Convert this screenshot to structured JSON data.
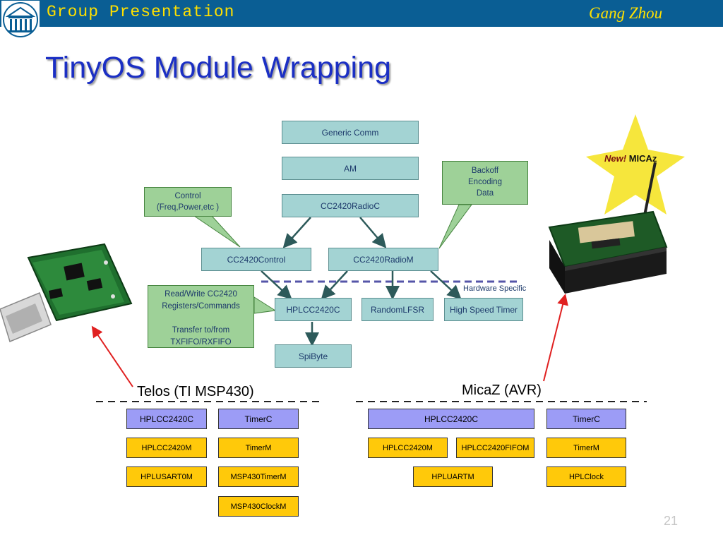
{
  "header": {
    "title": "Group Presentation",
    "author": "Gang Zhou"
  },
  "slide": {
    "title": "TinyOS Module Wrapping",
    "page_number": "21"
  },
  "diagram": {
    "generic_comm": "Generic  Comm",
    "am": "AM",
    "cc2420radioc": "CC2420RadioC",
    "cc2420control": "CC2420Control",
    "cc2420radiom": "CC2420RadioM",
    "hplcc2420c": "HPLCC2420C",
    "randomlfsr": "RandomLFSR",
    "high_speed_timer": "High Speed Timer",
    "spibyte": "SpiByte",
    "hardware_specific": "Hardware Specific",
    "notes": {
      "control_line1": "Control",
      "control_line2": "(Freq,Power,etc   )",
      "backoff_line1": "Backoff",
      "backoff_line2": "Encoding",
      "backoff_line3": "Data",
      "rw_line1": "Read/Write CC2420",
      "rw_line2": "Registers/Commands",
      "rw_line3": "Transfer to/from",
      "rw_line4": "TXFIFO/RXFIFO"
    }
  },
  "devices": {
    "micaz_tag_new": "New!",
    "micaz_tag_name": "MICAz"
  },
  "telos": {
    "label": "Telos (TI MSP430)",
    "hplcc2420c": "HPLCC2420C",
    "timerc": "TimerC",
    "hplcc2420m": "HPLCC2420M",
    "timerm": "TimerM",
    "hplusart0m": "HPLUSART0M",
    "msp430timerm": "MSP430TimerM",
    "msp430clockm": "MSP430ClockM"
  },
  "micaz": {
    "label": "MicaZ (AVR)",
    "hplcc2420c": "HPLCC2420C",
    "timerc": "TimerC",
    "hplcc2420m": "HPLCC2420M",
    "hplcc2420fifom": "HPLCC2420FIFOM",
    "timerm": "TimerM",
    "hpluartm": "HPLUARTM",
    "hplclock": "HPLClock"
  },
  "colors": {
    "header_bar": "#0a5e94",
    "header_text": "#ffe000",
    "title": "#1b2fc4",
    "teal_box": "#a3d3d3",
    "note_green": "#9ed198",
    "platform_purple": "#9c9cf6",
    "platform_yellow": "#ffc90a",
    "arrow_red": "#e02020",
    "star": "#f6e63c"
  }
}
